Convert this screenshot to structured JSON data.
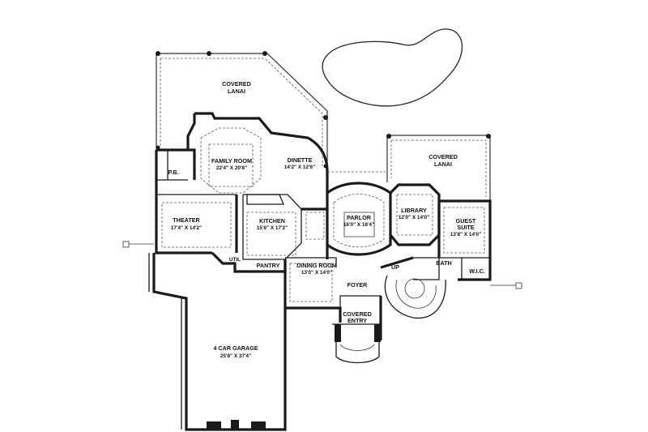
{
  "rooms": {
    "covered_lanai_rear": {
      "name1": "COVERED",
      "name2": "LANAI"
    },
    "family_room": {
      "name": "FAMILY ROOM",
      "dims": "22'4\" X 20'8\""
    },
    "dinette": {
      "name": "DINETTE",
      "dims": "14'2\" X 12'6\""
    },
    "covered_lanai_side": {
      "name1": "COVERED",
      "name2": "LANAI"
    },
    "pb": {
      "name": "P.B."
    },
    "theater": {
      "name": "THEATER",
      "dims": "17'4\" X 14'2\""
    },
    "kitchen": {
      "name": "KITCHEN",
      "dims": "15'6\" X 17'2\""
    },
    "parlor": {
      "name": "PARLOR",
      "dims": "16'0\" X 16'4\""
    },
    "library": {
      "name": "LIBRARY",
      "dims": "12'0\" X 14'0\""
    },
    "guest_suite": {
      "name1": "GUEST",
      "name2": "SUITE",
      "dims": "13'8\" X 14'0\""
    },
    "util": {
      "name": "UTIL"
    },
    "pantry": {
      "name": "PANTRY"
    },
    "dining_room": {
      "name": "DINING ROOM",
      "dims": "13'0\" X 14'0\""
    },
    "up": {
      "name": "UP"
    },
    "bath": {
      "name": "BATH"
    },
    "wic": {
      "name": "W.I.C."
    },
    "foyer": {
      "name": "FOYER"
    },
    "covered_entry": {
      "name1": "COVERED",
      "name2": "ENTRY"
    },
    "garage": {
      "name": "4 CAR GARAGE",
      "dims": "25'8\" X 37'4\""
    }
  }
}
